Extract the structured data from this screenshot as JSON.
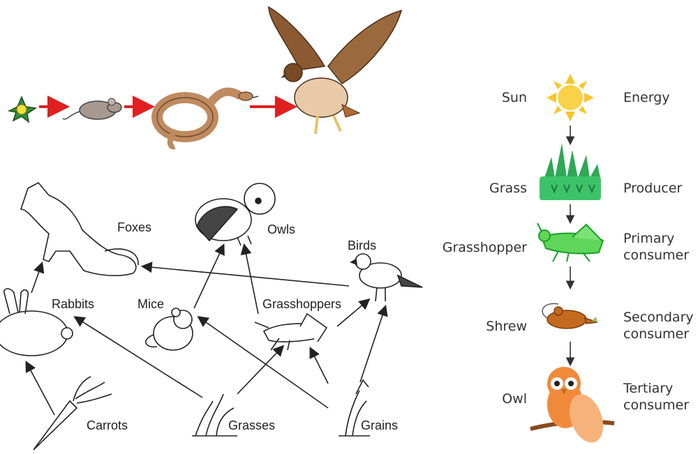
{
  "food_web": {
    "labels": {
      "foxes": "Foxes",
      "owls": "Owls",
      "birds": "Birds",
      "rabbits": "Rabbits",
      "mice": "Mice",
      "grasshoppers": "Grasshoppers",
      "carrots": "Carrots",
      "grasses": "Grasses",
      "grains": "Grains"
    }
  },
  "energy_chain": {
    "rows": [
      {
        "organism": "Sun",
        "role": "Energy"
      },
      {
        "organism": "Grass",
        "role": "Producer"
      },
      {
        "organism": "Grasshopper",
        "role_line1": "Primary",
        "role_line2": "consumer"
      },
      {
        "organism": "Shrew",
        "role_line1": "Secondary",
        "role_line2": "consumer"
      },
      {
        "organism": "Owl",
        "role_line1": "Tertiary",
        "role_line2": "consumer"
      }
    ]
  },
  "colors": {
    "chain_arrow": "#e02020",
    "sun": "#f7c52a",
    "grass": "#3cc36a",
    "grasshopper": "#2ecc40",
    "shrew": "#c46a1e",
    "owl": "#f08a3a"
  }
}
